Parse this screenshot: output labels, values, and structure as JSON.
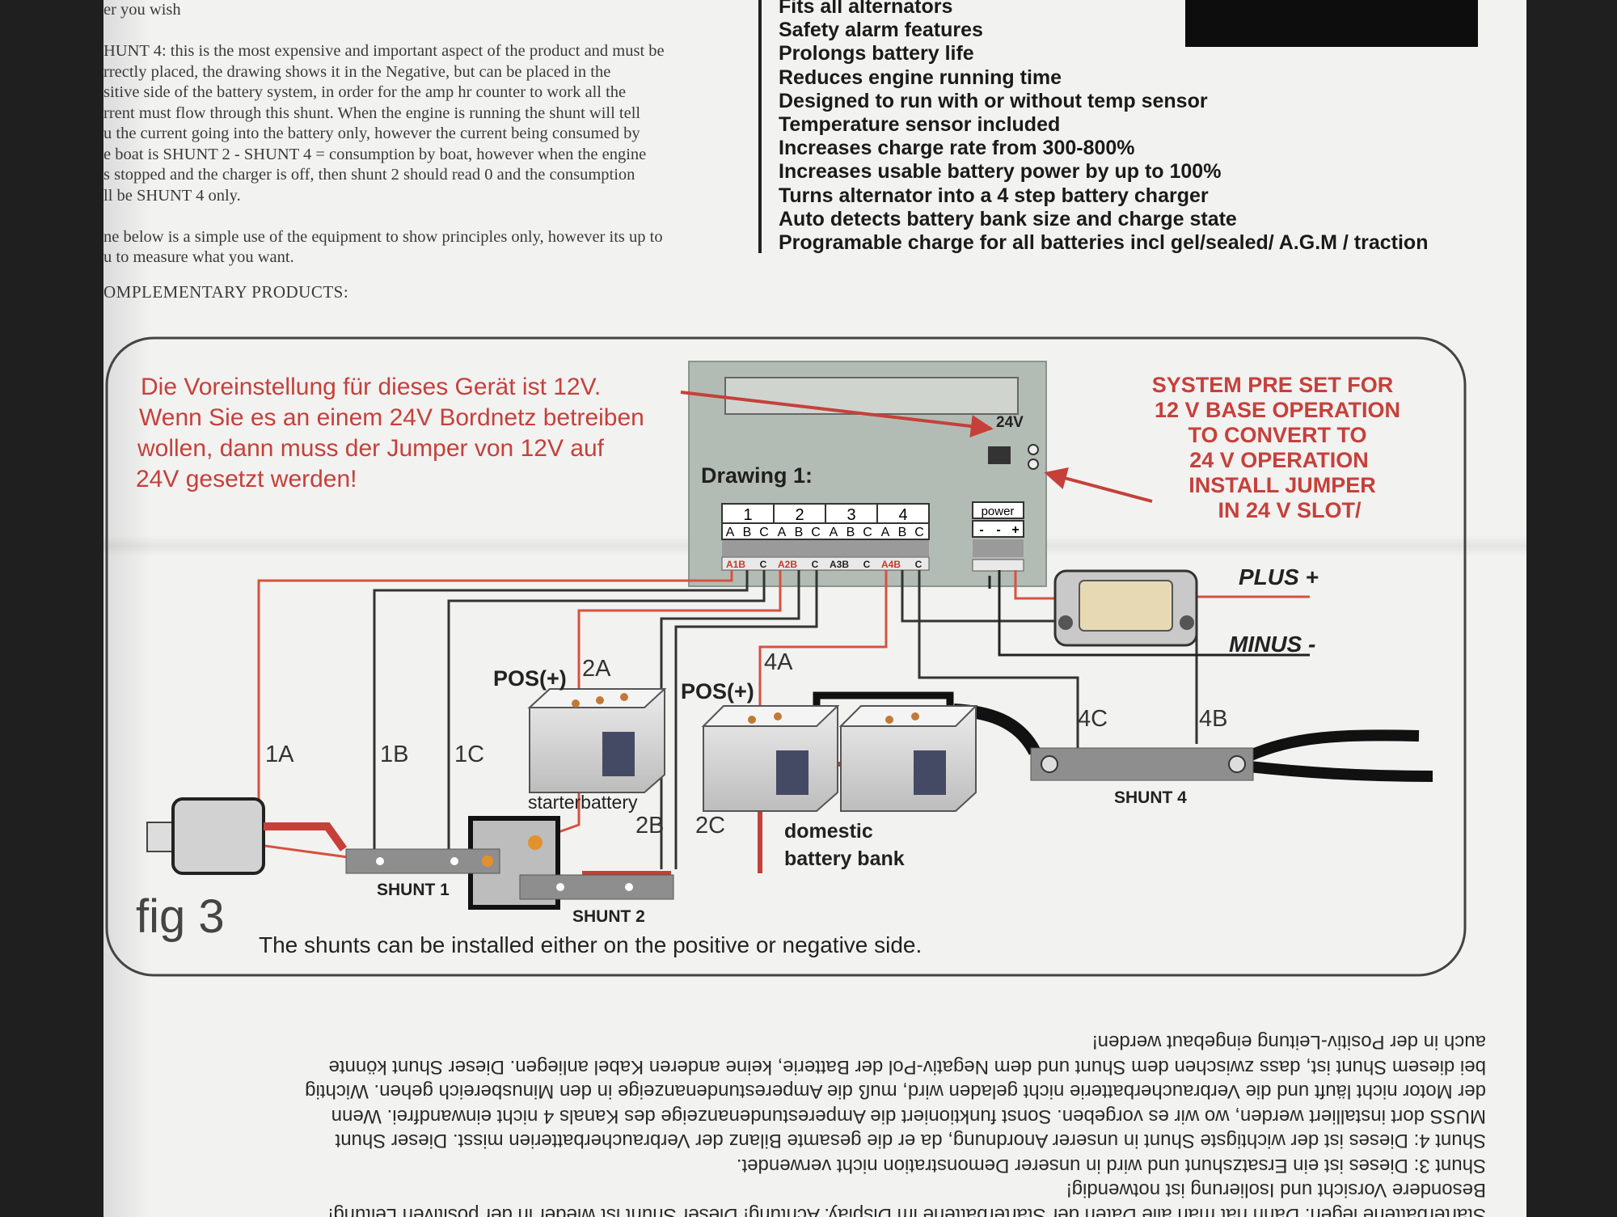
{
  "upper_left_text": {
    "lines": [
      "er you wish",
      "",
      "HUNT 4:  this is the most expensive and important aspect of the product and must be",
      "rrectly placed, the drawing shows it in the Negative, but can be placed in the",
      "sitive side of the battery system, in order for the amp hr counter to work all the",
      "rrent must flow through this shunt. When the engine is running the shunt will tell",
      "u the  current going into the battery only, however the current being consumed by",
      "e boat is  SHUNT 2 - SHUNT 4 = consumption by boat, however when the engine",
      "s stopped and the charger is off, then shunt 2 should read 0 and the consumption",
      "ll be SHUNT 4 only.",
      "",
      "ne below is a simple use of the equipment to show principles only, however its up to",
      "u to measure what you want."
    ],
    "complementary": "OMPLEMENTARY PRODUCTS:"
  },
  "features": [
    "Fits all alternators",
    "Safety alarm features",
    "Prolongs battery life",
    "Reduces engine running time",
    "Designed to run with or without temp sensor",
    "Temperature sensor included",
    "Increases charge rate from 300-800%",
    "Increases usable battery power  by up to 100%",
    "Turns alternator into a 4 step battery charger",
    "Auto detects battery bank size and charge state",
    "Programable  charge for all batteries incl gel/sealed/ A.G.M / traction"
  ],
  "diagram": {
    "german_note": [
      "Die Voreinstellung für dieses Gerät ist 12V.",
      "Wenn Sie es an einem 24V Bordnetz betreiben",
      "wollen, dann muss der Jumper von 12V auf",
      "24V gesetzt werden!"
    ],
    "english_note": [
      "SYSTEM PRE SET FOR",
      "12 V BASE OPERATION",
      "TO CONVERT TO",
      "24 V OPERATION",
      "INSTALL JUMPER",
      "IN 24 V SLOT/"
    ],
    "drawing_title": "Drawing 1:",
    "label_24v": "24V",
    "channels": [
      "1",
      "2",
      "3",
      "4"
    ],
    "abc": [
      "A",
      "B",
      "C"
    ],
    "bottom_terms": [
      "A1B",
      "C",
      "A2B",
      "C",
      "A3B",
      "C",
      "A4B",
      "C"
    ],
    "power_label": "power",
    "power_terms": [
      "-",
      "-",
      "+"
    ],
    "plus": "PLUS +",
    "minus": "MINUS -",
    "wires": [
      "1A",
      "1B",
      "1C",
      "2A",
      "2B",
      "2C",
      "4A",
      "4C",
      "4B"
    ],
    "pos_left": "POS(+)",
    "pos_right": "POS(+)",
    "starter_battery": "starterbattery",
    "domestic": [
      "domestic",
      "battery bank"
    ],
    "shunt1": "SHUNT 1",
    "shunt2": "SHUNT 2",
    "shunt4": "SHUNT 4",
    "fig": "fig 3",
    "caption": "The shunts can be installed either on the positive or negative side."
  },
  "lower_text_lines": [
    "Starterbatterie legen. Dann hat man alle Daten der Starterbatterie im Display. Achtung! Dieser Shunt ist wieder in der positiven Leitung!",
    "Besondere Vorsicht und Isolierung ist notwendig!",
    "Shunt 3: Dieses ist ein Ersatzshunt und wird in unserer Demonstration nicht verwendet.",
    "Shunt 4: Dieses ist der wichtigste Shunt in unserer Anordnung, da er die gesamte Bilanz der Verbraucherbatterien misst. Dieser Shunt",
    "MUSS dort installiert werden, wo wir es vorgeben. Sonst funktioniert die Amperestundenanzeige des Kanals 4 nicht einwandfrei. Wenn",
    "der Motor nicht läuft und die Verbraucherbatterie nicht geladen wird, muß die Amperestundenanzeige in den Minusbereich gehen. Wichtig",
    "bei diesem Shunt ist, dass zwischen dem Shunt und dem Negativ-Pol der Batterie, keine anderen Kabel anliegen. Dieser Shunt könnte",
    "auch in der Positiv-Leitung eingebaut werden!"
  ]
}
